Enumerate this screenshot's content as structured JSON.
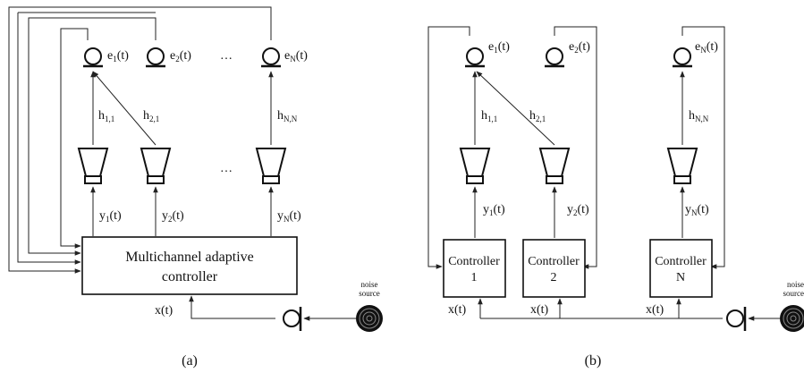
{
  "diagram_a": {
    "caption": "(a)",
    "controller_label_line1": "Multichannel adaptive",
    "controller_label_line2": "controller",
    "mic_labels": [
      {
        "base": "e",
        "sub": "1",
        "tail": "(t)"
      },
      {
        "base": "e",
        "sub": "2",
        "tail": "(t)"
      },
      {
        "base": "e",
        "sub": "N",
        "tail": "(t)"
      }
    ],
    "speaker_labels": [
      {
        "base": "y",
        "sub": "1",
        "tail": "(t)"
      },
      {
        "base": "y",
        "sub": "2",
        "tail": "(t)"
      },
      {
        "base": "y",
        "sub": "N",
        "tail": "(t)"
      }
    ],
    "path_labels": [
      {
        "base": "h",
        "sub": "1,1"
      },
      {
        "base": "h",
        "sub": "2,1"
      },
      {
        "base": "h",
        "sub": "N,N"
      }
    ],
    "ellipsis": "…",
    "input_label": "x(t)",
    "noise_source_line1": "noise",
    "noise_source_line2": "source"
  },
  "diagram_b": {
    "caption": "(b)",
    "controllers": [
      {
        "line1": "Controller",
        "line2": "1"
      },
      {
        "line1": "Controller",
        "line2": "2"
      },
      {
        "line1": "Controller",
        "line2": "N"
      }
    ],
    "mic_labels": [
      {
        "base": "e",
        "sub": "1",
        "tail": "(t)"
      },
      {
        "base": "e",
        "sub": "2",
        "tail": "(t)"
      },
      {
        "base": "e",
        "sub": "N",
        "tail": "(t)"
      }
    ],
    "speaker_labels": [
      {
        "base": "y",
        "sub": "1",
        "tail": "(t)"
      },
      {
        "base": "y",
        "sub": "2",
        "tail": "(t)"
      },
      {
        "base": "y",
        "sub": "N",
        "tail": "(t)"
      }
    ],
    "path_labels": [
      {
        "base": "h",
        "sub": "1,1"
      },
      {
        "base": "h",
        "sub": "2,1"
      },
      {
        "base": "h",
        "sub": "N,N"
      }
    ],
    "input_labels": [
      "x(t)",
      "x(t)",
      "x(t)"
    ],
    "noise_source_line1": "noise",
    "noise_source_line2": "source"
  }
}
